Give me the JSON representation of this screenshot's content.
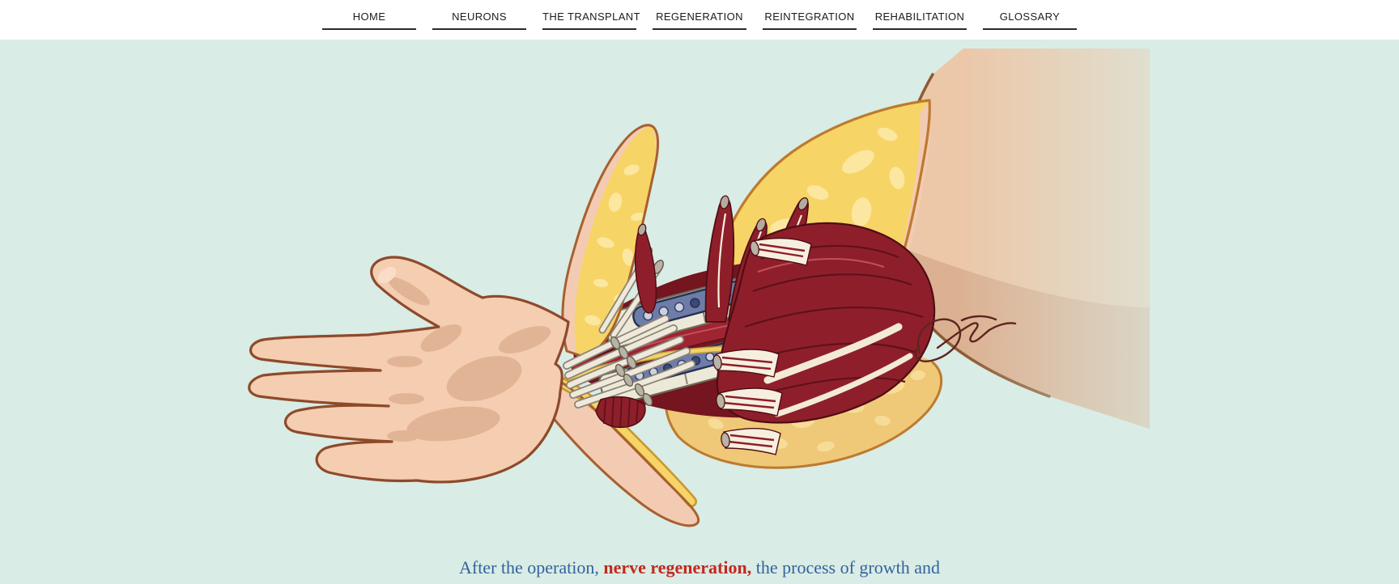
{
  "page": {
    "background_color": "#d9ece5",
    "navbar_background": "#ffffff"
  },
  "navbar": {
    "items": [
      {
        "label": "HOME"
      },
      {
        "label": "NEURONS"
      },
      {
        "label": "THE TRANSPLANT"
      },
      {
        "label": "REGENERATION"
      },
      {
        "label": "REINTEGRATION"
      },
      {
        "label": "REHABILITATION"
      },
      {
        "label": "GLOSSARY"
      }
    ]
  },
  "caption": {
    "before": "After the operation, ",
    "highlight": "nerve regeneration,",
    "after": " the process of growth and",
    "text_color": "#33639e",
    "highlight_color": "#c2281e"
  },
  "illustration": {
    "description": "Medical illustration of a hand transplant at the forearm: recipient hand with peeled skin flaps, exposed tendons, bone fixation plates with screws, donor forearm muscles and fat flaps, donor arm fading out to the right",
    "signature": "artist signature",
    "colors": {
      "skin": "#f5cdb1",
      "skin_shade": "#e2b496",
      "skin_outline": "#8d4a2b",
      "donor_skin": "#ecc7a8",
      "fat_bright": "#f7d466",
      "fat_blob": "#fbe79f",
      "fat_tan": "#efc878",
      "fat_outline": "#bd7a2e",
      "muscle_red": "#8e1f2a",
      "muscle_dark": "#5f1119",
      "tendon_cream": "#efe9dc",
      "bone_cream": "#ece9d8",
      "plate_blue": "#6e7ca8",
      "plate_outline": "#262f52",
      "nerve_yellow": "#f2d268",
      "clamp_gray": "#b9b2a6"
    }
  }
}
